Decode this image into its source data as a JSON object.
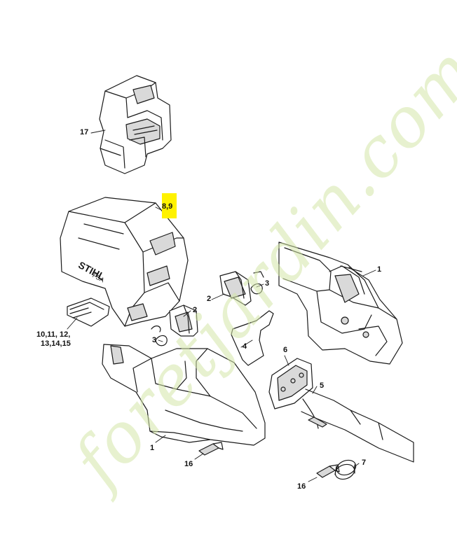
{
  "colors": {
    "line": "#1a1a1a",
    "part_fill": "#ffffff",
    "part_shade": "#d9d9d9",
    "highlight": "#fff200",
    "watermark_green": "#d4e6a8",
    "watermark_orange": "#f3b26a",
    "watermark_grey": "#c9c4ba"
  },
  "watermark": {
    "text": "foretjardin.com"
  },
  "callouts": {
    "p17": "17",
    "p8_9": "8,9",
    "p10_15_line1": "10,11, 12,",
    "p10_15_line2": "13,14,15",
    "p1_right": "1",
    "p3_top": "3",
    "p2_top": "2",
    "p2_mid": "2",
    "p3_left": "3",
    "p4": "4",
    "p6": "6",
    "p5": "5",
    "p1_left": "1",
    "p16_left": "16",
    "p7": "7",
    "p16_right": "16"
  },
  "logo": {
    "brand": "STIHL",
    "model": "FSA"
  }
}
